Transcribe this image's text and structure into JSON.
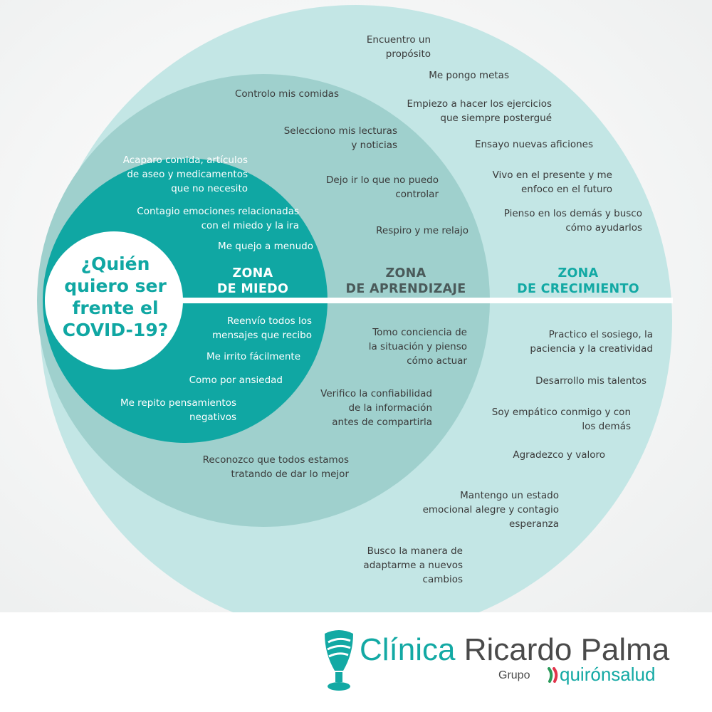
{
  "center_question": "¿Quién\nquiero ser\nfrente el\nCOVID-19?",
  "zones": {
    "fear": {
      "title": "ZONA\nDE MIEDO",
      "color": "#ffffff"
    },
    "learning": {
      "title": "ZONA\nDE APRENDIZAJE",
      "color": "#4a5a5a"
    },
    "growth": {
      "title": "ZONA\nDE CRECIMIENTO",
      "color": "#13a9a4"
    }
  },
  "fear_items": [
    "Acaparo comida, artículos\nde aseo y medicamentos\nque no necesito",
    "Contagio emociones relacionadas\ncon el miedo y la ira",
    "Me quejo a menudo",
    "Reenvío todos los\nmensajes que recibo",
    "Me irrito fácilmente",
    "Como por ansiedad",
    "Me repito pensamientos\nnegativos"
  ],
  "learning_items": [
    "Controlo mis comidas",
    "Selecciono mis lecturas\ny noticias",
    "Dejo ir lo que no puedo\ncontrolar",
    "Respiro y me relajo",
    "Tomo conciencia de\nla situación y pienso\ncómo actuar",
    "Verifico la confiabilidad\nde la información\nantes de compartirla",
    "Reconozco que todos estamos\ntratando de dar lo mejor"
  ],
  "growth_items": [
    "Encuentro un\npropósito",
    "Me pongo metas",
    "Empiezo a hacer los ejercicios\nque siempre postergué",
    "Ensayo nuevas aficiones",
    "Vivo en el presente y me\nenfoco en el futuro",
    "Pienso en los demás y busco\ncómo ayudarlos",
    "Practico el sosiego, la\npaciencia y la creatividad",
    "Desarrollo mis talentos",
    "Soy empático conmigo y con\nlos demás",
    "Agradezco y valoro",
    "Mantengo un estado\nemocional alegre y contagio\nesperanza",
    "Busco la manera de\nadaptarme a nuevos\ncambios"
  ],
  "colors": {
    "outer_circle": "#c3e6e5",
    "middle_circle": "#9fd0cd",
    "inner_circle": "#10a7a3",
    "center_circle": "#ffffff"
  },
  "brand": {
    "name_accent": "Clínica",
    "name_rest": " Ricardo Palma",
    "group_label": "Grupo",
    "group_name": "quirónsalud",
    "logo_icon": "clinic-logo-icon",
    "group_icon": "quironsalud-icon"
  }
}
